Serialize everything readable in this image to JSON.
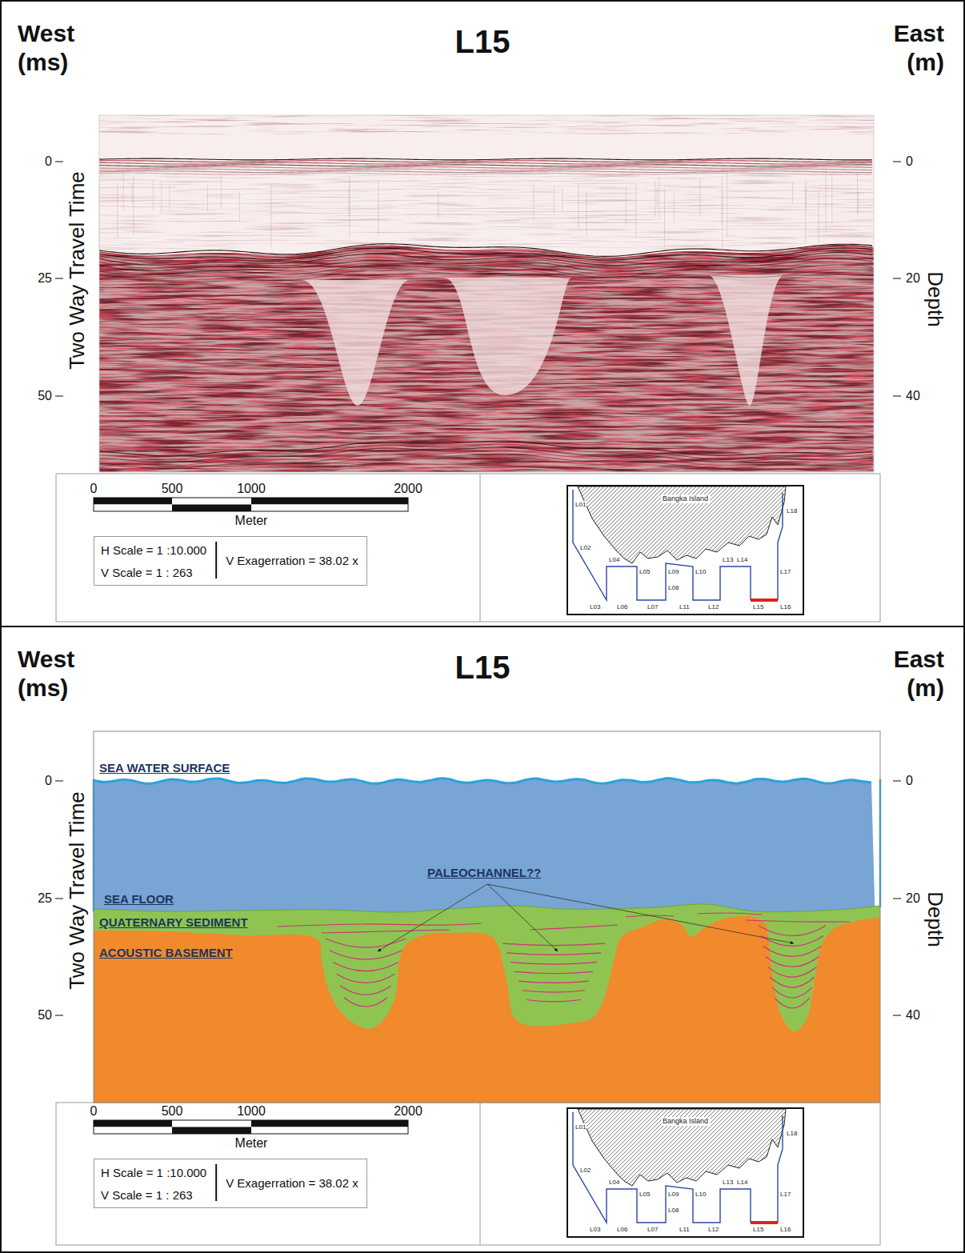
{
  "diagram": {
    "nodes": [
      {
        "text": [
          "L15"
        ]
      },
      {
        "text": [
          "H Scale = 1 :10.000",
          "V Scale = 1 : 263",
          "V Exagerration = 38.02 x"
        ],
        "in": 0
      },
      {
        "text": [
          "Bangka Island"
        ],
        "in": 0
      },
      {
        "text": [
          "L15"
        ]
      },
      {
        "text": [
          "H Scale = 1 :10.000",
          "V Scale = 1 : 263",
          "V Exagerration = 38.02 x"
        ],
        "in": 3
      },
      {
        "text": [
          "Bangka Island"
        ],
        "in": 3
      }
    ],
    "labels": [
      "West (ms)",
      "East (m)",
      "0",
      "25",
      "50",
      "Two Way Travel Time",
      "0",
      "20",
      "40",
      "Depth",
      "0",
      "500",
      "1000",
      "2000",
      "Meter",
      "L01",
      "L02",
      "L03",
      "L04",
      "L05",
      "L06",
      "L07",
      "L08",
      "L09",
      "L10",
      "L11",
      "L12",
      "L13",
      "L14",
      "L15",
      "L16",
      "L17",
      "L18",
      "West (ms)",
      "East (m)",
      "0",
      "25",
      "50",
      "Two Way Travel Time",
      "0",
      "20",
      "40",
      "Depth",
      "0",
      "500",
      "1000",
      "2000",
      "Meter",
      "L01",
      "L02",
      "L03",
      "L04",
      "L05",
      "L06",
      "L07",
      "L08",
      "L09",
      "L10",
      "L11",
      "L12",
      "L13",
      "L14",
      "L15",
      "L16",
      "L17",
      "L18",
      "SEA WATER SURFACE",
      "SEA FLOOR",
      "QUATERNARY SEDIMENT",
      "ACOUSTIC BASEMENT",
      "PALEOCHANNEL??"
    ]
  }
}
